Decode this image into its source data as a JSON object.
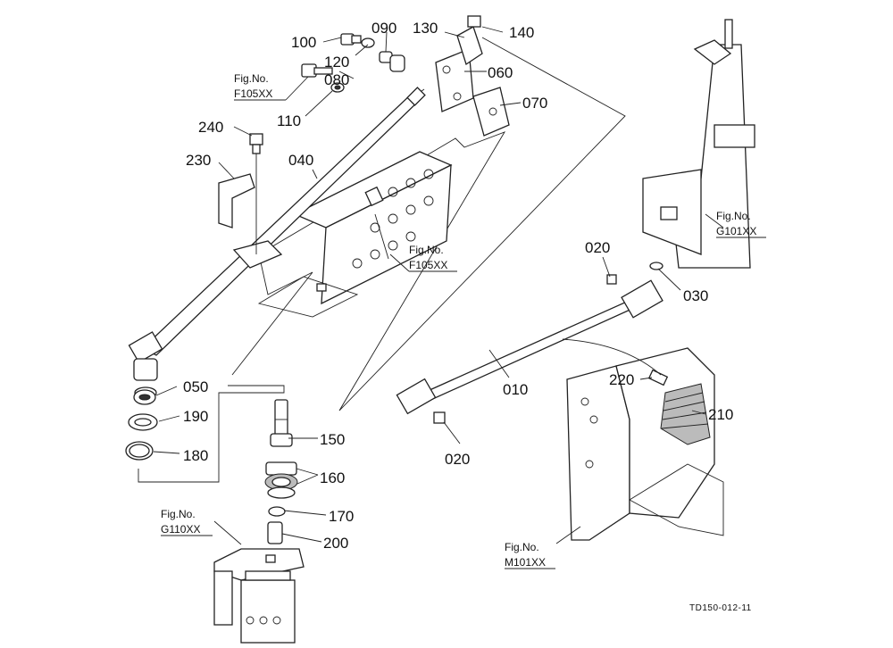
{
  "parts": [
    {
      "id": "p100",
      "label": "100"
    },
    {
      "id": "p090",
      "label": "090"
    },
    {
      "id": "p130",
      "label": "130"
    },
    {
      "id": "p140",
      "label": "140"
    },
    {
      "id": "p120",
      "label": "120"
    },
    {
      "id": "p060",
      "label": "060"
    },
    {
      "id": "p080",
      "label": "080"
    },
    {
      "id": "p110",
      "label": "110"
    },
    {
      "id": "p070",
      "label": "070"
    },
    {
      "id": "p240",
      "label": "240"
    },
    {
      "id": "p230",
      "label": "230"
    },
    {
      "id": "p040",
      "label": "040"
    },
    {
      "id": "p050",
      "label": "050"
    },
    {
      "id": "p190",
      "label": "190"
    },
    {
      "id": "p180",
      "label": "180"
    },
    {
      "id": "p150",
      "label": "150"
    },
    {
      "id": "p160",
      "label": "160"
    },
    {
      "id": "p170",
      "label": "170"
    },
    {
      "id": "p200",
      "label": "200"
    },
    {
      "id": "p020a",
      "label": "020"
    },
    {
      "id": "p030",
      "label": "030"
    },
    {
      "id": "p010",
      "label": "010"
    },
    {
      "id": "p220",
      "label": "220"
    },
    {
      "id": "p210",
      "label": "210"
    },
    {
      "id": "p020b",
      "label": "020"
    }
  ],
  "figure_refs": [
    {
      "id": "fig_f105_top",
      "title": "Fig.No.",
      "code": "F105XX"
    },
    {
      "id": "fig_f105_mid",
      "title": "Fig.No.",
      "code": "F105XX"
    },
    {
      "id": "fig_g101",
      "title": "Fig.No.",
      "code": "G101XX"
    },
    {
      "id": "fig_g110",
      "title": "Fig.No.",
      "code": "G110XX"
    },
    {
      "id": "fig_m101",
      "title": "Fig.No.",
      "code": "M101XX"
    }
  ],
  "drawing_code": "TD150-012-11"
}
